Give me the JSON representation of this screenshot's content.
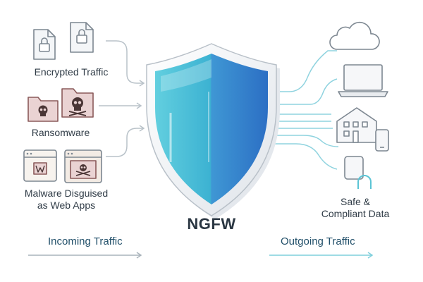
{
  "title": "NGFW",
  "incoming": {
    "label": "Incoming Traffic",
    "groups": [
      {
        "label_lines": [
          "Encrypted Traffic"
        ],
        "icon": "locked-file-icon"
      },
      {
        "label_lines": [
          "Ransomware"
        ],
        "icon": "skull-folder-icon"
      },
      {
        "label_lines": [
          "Malware Disguised",
          "as Web Apps"
        ],
        "icon": "malicious-browser-icon"
      }
    ]
  },
  "outgoing": {
    "label": "Outgoing Traffic",
    "destinations": [
      "cloud-icon",
      "laptop-icon",
      "building-icon",
      "phone-icon",
      "lock-icon"
    ],
    "data_label_lines": [
      "Safe &",
      "Compliant Data"
    ]
  },
  "colors": {
    "shield_left": "#5ec9dc",
    "shield_right": "#2f7fc9",
    "incoming_line": "#b9c2c9",
    "outgoing_line": "#8fd3df",
    "icon_stroke": "#7d8791",
    "threat_fill": "#ead3d3",
    "threat_stroke": "#8a5a5a"
  }
}
